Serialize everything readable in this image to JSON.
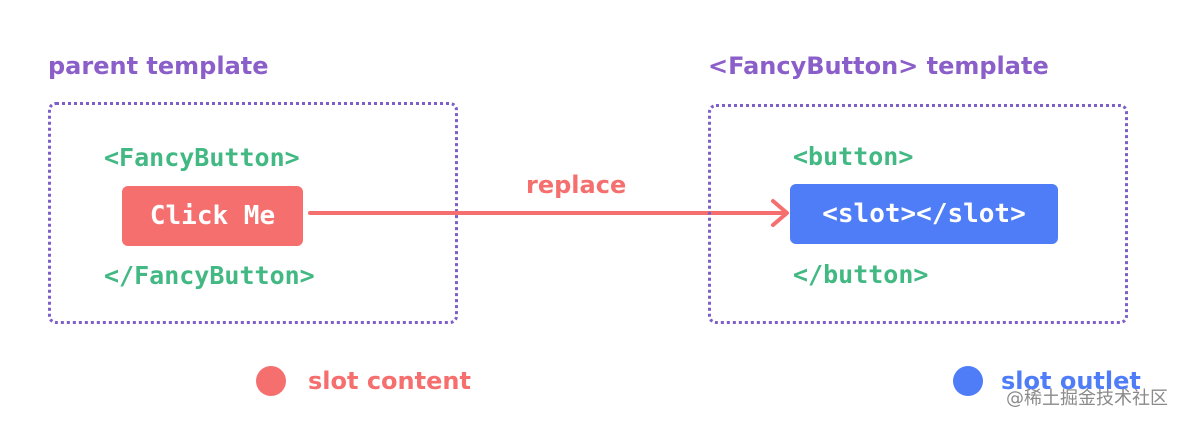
{
  "colors": {
    "heading_purple": "#8b5fc9",
    "border_purple": "#7c5fc7",
    "code_green": "#42b883",
    "content_red": "#f66f6f",
    "outlet_blue": "#4f7df7"
  },
  "parent": {
    "heading": "parent template",
    "open_tag": "<FancyButton>",
    "slot_content": "Click Me",
    "close_tag": "</FancyButton>"
  },
  "child": {
    "heading": "<FancyButton> template",
    "open_tag": "<button>",
    "slot_outlet": "<slot></slot>",
    "close_tag": "</button>"
  },
  "arrow": {
    "label": "replace"
  },
  "legend": {
    "content_label": "slot content",
    "outlet_label": "slot outlet"
  },
  "watermark": "@稀土掘金技术社区"
}
